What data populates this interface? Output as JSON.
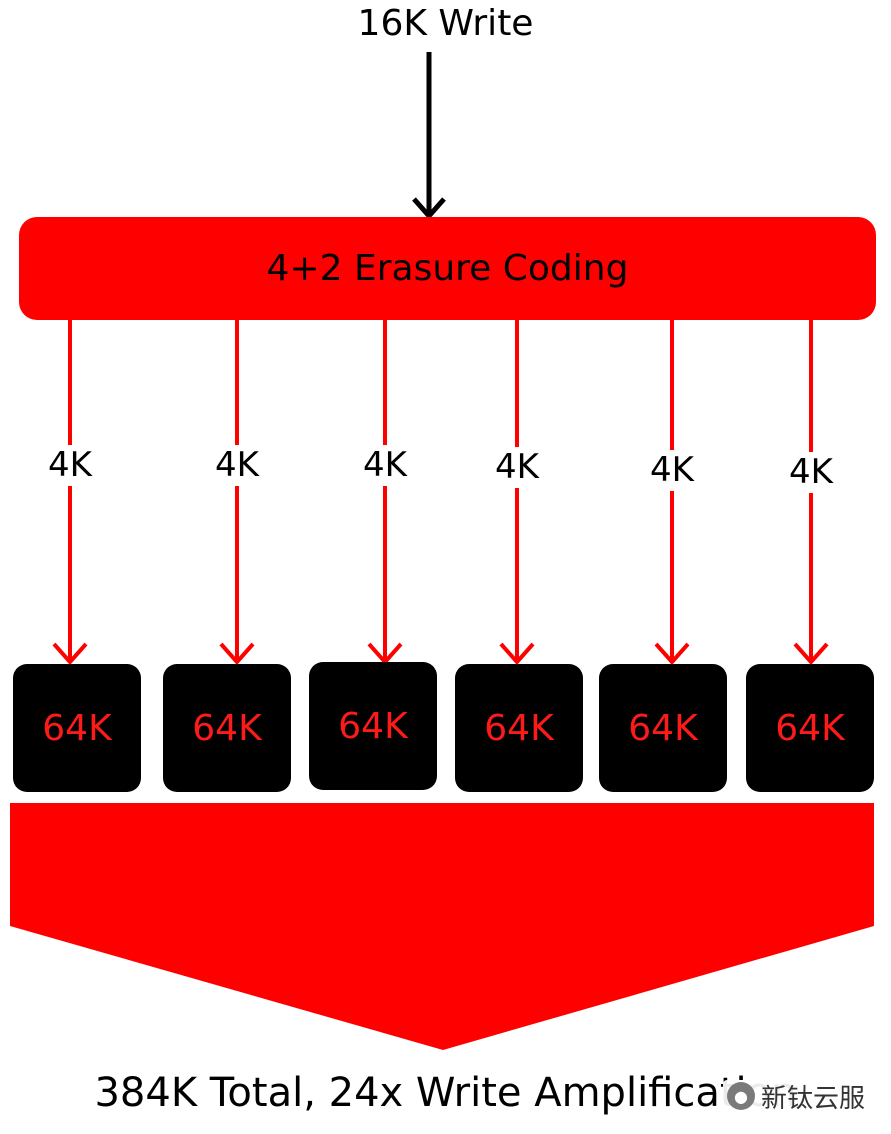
{
  "input": {
    "label": "16K Write"
  },
  "coder": {
    "label": "4+2 Erasure Coding"
  },
  "branches": [
    {
      "label": "4K"
    },
    {
      "label": "4K"
    },
    {
      "label": "4K"
    },
    {
      "label": "4K"
    },
    {
      "label": "4K"
    },
    {
      "label": "4K"
    }
  ],
  "disks": [
    {
      "label": "64K"
    },
    {
      "label": "64K"
    },
    {
      "label": "64K"
    },
    {
      "label": "64K"
    },
    {
      "label": "64K"
    },
    {
      "label": "64K"
    }
  ],
  "summary": {
    "label": "384K Total, 24x Write Amplification"
  },
  "watermark": {
    "text": "新钛云服",
    "icon": "wechat-icon"
  },
  "colors": {
    "accent": "#ff0000",
    "disk": "#000000",
    "disk_text": "#ff1a1a",
    "text": "#000000"
  }
}
